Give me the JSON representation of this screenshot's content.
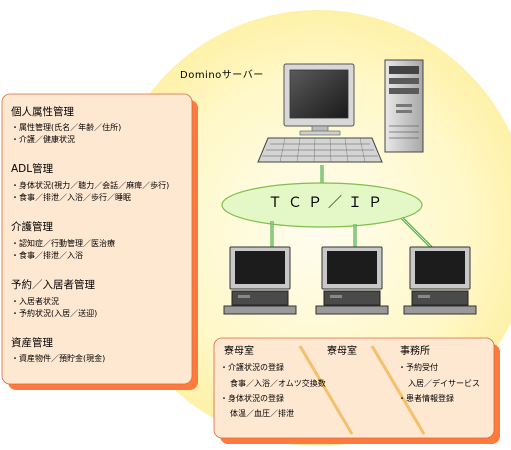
{
  "server_label": "Dominoサーバー",
  "network_label": "ＴＣＰ／ＩＰ",
  "left_panel": {
    "sections": [
      {
        "title": "個人属性管理",
        "items": [
          "・属性管理(氏名／年齢／住所)",
          "・介護／健康状況"
        ]
      },
      {
        "title": "ADL管理",
        "items": [
          "・身体状況(視力／聴力／会話／麻痺／歩行)",
          "・食事／排泄／入浴／歩行／睡眠"
        ]
      },
      {
        "title": "介護管理",
        "items": [
          "・認知症／行動管理／医治療",
          "・食事／排泄／入浴"
        ]
      },
      {
        "title": "予約／入居者管理",
        "items": [
          "・入居者状況",
          "・予約状況(入居／送迎)"
        ]
      },
      {
        "title": "資産管理",
        "items": [
          "・資産物件／預貯金(現金)"
        ]
      }
    ]
  },
  "bottom_panel": {
    "col1": {
      "heading": "寮母室",
      "lines": [
        "・介護状況の登録",
        "食事／入浴／オムツ交換数",
        "・身体状況の登録",
        "体温／血圧／排泄"
      ]
    },
    "col2": {
      "heading": "寮母室",
      "lines": []
    },
    "col3": {
      "heading": "事務所",
      "lines": [
        "・予約受付",
        "入居／デイサービス",
        "・患者情報登録"
      ]
    }
  },
  "colors": {
    "glow_center": "#fffbd8",
    "glow_edge": "#fff1a8",
    "panel_fill": "#ffe8d2",
    "panel_shadow": "#ff7a3c",
    "panel_border": "#d86a3a",
    "network_fill": "#e4f7c6",
    "network_border": "#7fbf4a",
    "link_green": "#3aa63a",
    "divider": "#f4c06a"
  },
  "icons": [
    "server-tower-icon",
    "monitor-icon",
    "keyboard-icon",
    "client-pc-icon"
  ]
}
